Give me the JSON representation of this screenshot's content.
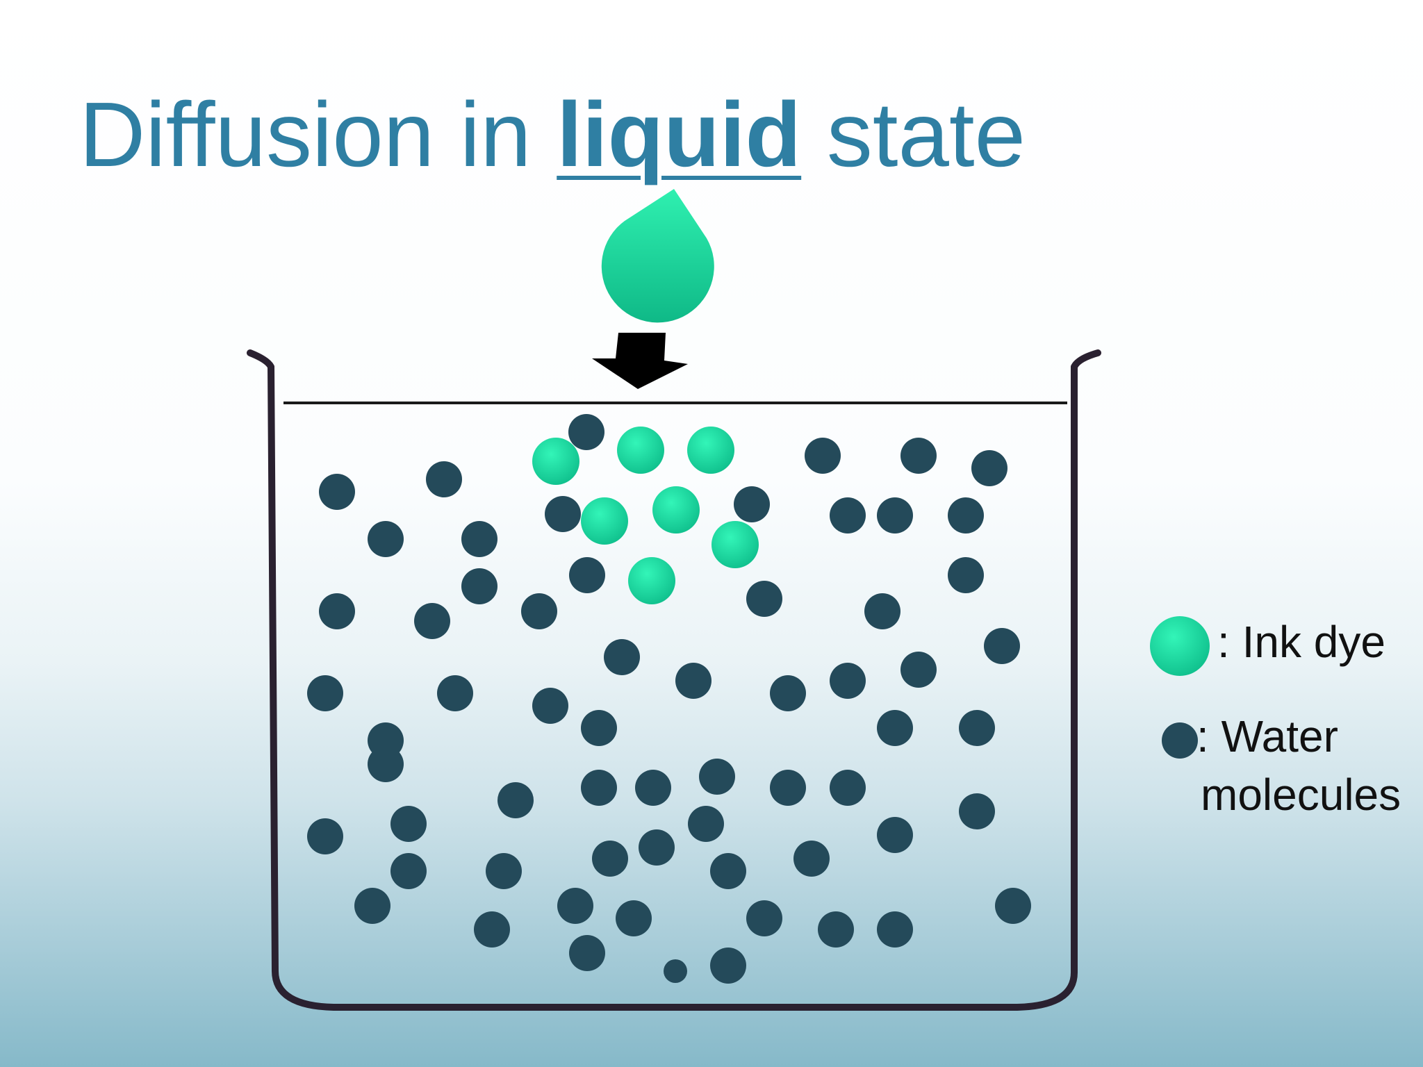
{
  "title": {
    "prefix": "Diffusion in ",
    "keyword": "liquid",
    "suffix": " state"
  },
  "legend": {
    "ink_label": ": Ink dye",
    "water_label_line1": ": Water",
    "water_label_line2": "molecules"
  },
  "colors": {
    "title": "#2f7fa3",
    "ink": "#12cf98",
    "ink_light": "#2ff0b4",
    "water": "#244a5a",
    "beaker": "#2a2130",
    "arrow": "#000000"
  },
  "icons": {
    "drop": "ink-drop-icon",
    "arrow": "down-arrow-icon",
    "beaker": "beaker-icon"
  }
}
